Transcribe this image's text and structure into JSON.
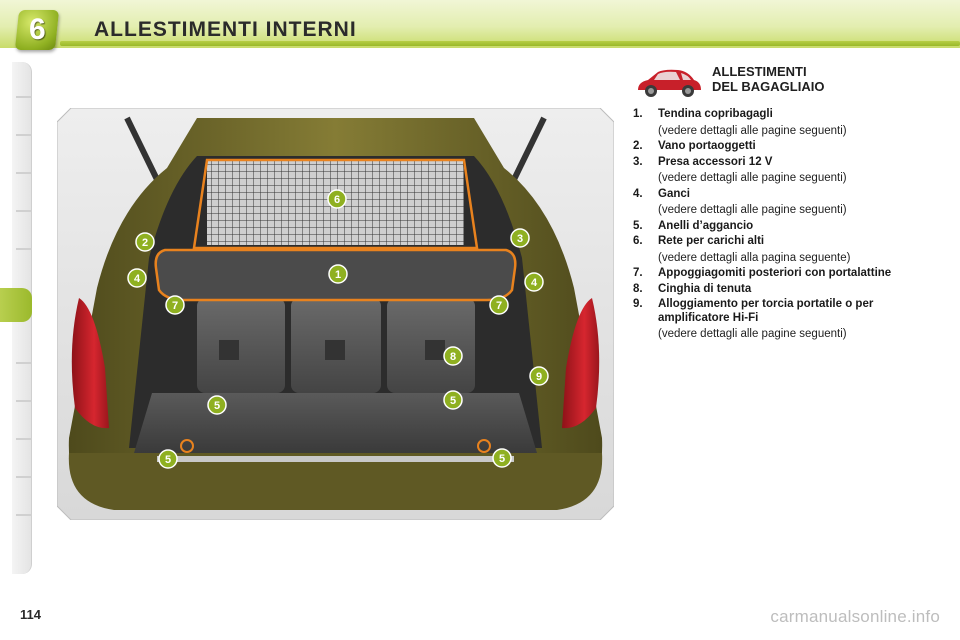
{
  "header": {
    "chapter_number": "6",
    "title": "ALLESTIMENTI INTERNI"
  },
  "section": {
    "title_line1": "ALLESTIMENTI",
    "title_line2": "DEL BAGAGLIAIO"
  },
  "callouts": [
    "1",
    "2",
    "3",
    "4",
    "4",
    "5",
    "5",
    "5",
    "5",
    "6",
    "7",
    "7",
    "8",
    "9"
  ],
  "legend": [
    {
      "num": "1.",
      "label": "Tendina copribagagli",
      "note": "(vedere dettagli alle pagine seguenti)"
    },
    {
      "num": "2.",
      "label": "Vano portaoggetti",
      "note": ""
    },
    {
      "num": "3.",
      "label": "Presa accessori 12 V",
      "note": "(vedere dettagli alle pagine seguenti)"
    },
    {
      "num": "4.",
      "label": "Ganci",
      "note": "(vedere dettagli alle pagine seguenti)"
    },
    {
      "num": "5.",
      "label": "Anelli d’aggancio",
      "note": ""
    },
    {
      "num": "6.",
      "label": "Rete per carichi alti",
      "note": "(vedere dettagli alla pagina seguente)"
    },
    {
      "num": "7.",
      "label": "Appoggiagomiti posteriori con portalattine",
      "note": ""
    },
    {
      "num": "8.",
      "label": "Cinghia di tenuta",
      "note": ""
    },
    {
      "num": "9.",
      "label": "Alloggiamento per torcia portatile o per amplificatore Hi-Fi",
      "note": "(vedere dettagli alle pagine seguenti)"
    }
  ],
  "page_number": "114",
  "footer": "carmanualsonline.info",
  "colors": {
    "accent_green": "#9bb92c",
    "callout_green": "#8fb021",
    "highlight_orange": "#e8821e",
    "body_olive": "#6b6428",
    "tail_red": "#c8202a"
  },
  "icons": {
    "car": "red-car-icon"
  }
}
